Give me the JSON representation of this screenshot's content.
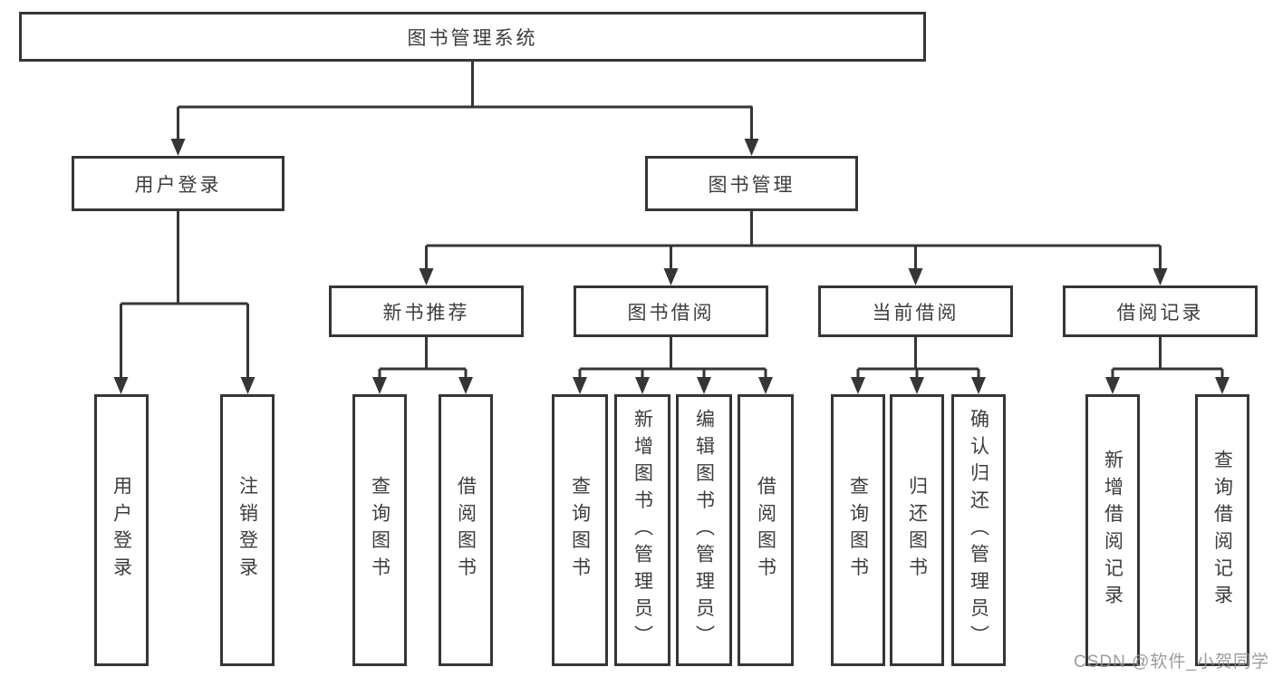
{
  "diagram": {
    "root_label": "图书管理系统",
    "branches": {
      "user_login": {
        "label": "用户登录",
        "children": {
          "login": "用户登录",
          "logout": "注销登录"
        }
      },
      "book_mgmt": {
        "label": "图书管理",
        "groups": {
          "new_books": {
            "label": "新书推荐",
            "children": {
              "query": "查询图书",
              "borrow": "借阅图书"
            }
          },
          "book_borrow": {
            "label": "图书借阅",
            "children": {
              "query": "查询图书",
              "add": "新增图书（管理员）",
              "edit": "编辑图书（管理员）",
              "borrow": "借阅图书"
            }
          },
          "current_borrow": {
            "label": "当前借阅",
            "children": {
              "query": "查询图书",
              "return": "归还图书",
              "confirm_return": "确认归还（管理员）"
            }
          },
          "borrow_records": {
            "label": "借阅记录",
            "children": {
              "add_record": "新增借阅记录",
              "query_record": "查询借阅记录"
            }
          }
        }
      }
    },
    "watermark": "CSDN @软件_小贺同学"
  }
}
